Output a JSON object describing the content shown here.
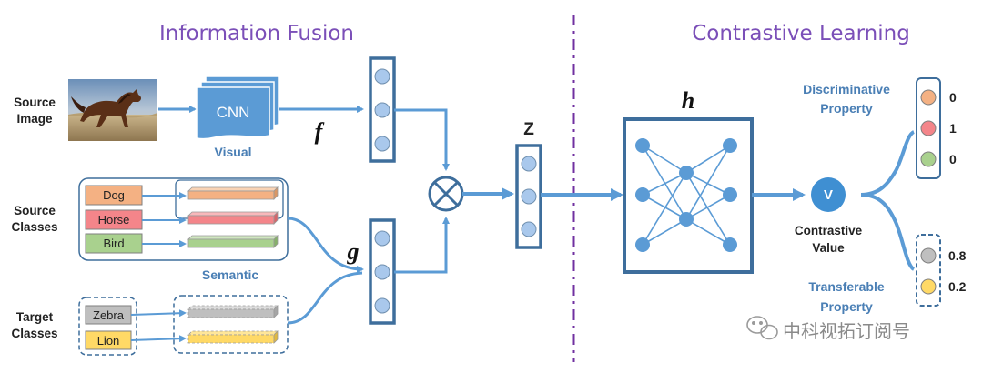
{
  "sections": {
    "left_title": "Information Fusion",
    "right_title": "Contrastive Learning"
  },
  "inputs": {
    "source_image_line1": "Source",
    "source_image_line2": "Image",
    "source_classes_line1": "Source",
    "source_classes_line2": "Classes",
    "target_classes_line1": "Target",
    "target_classes_line2": "Classes"
  },
  "source_classes": [
    "Dog",
    "Horse",
    "Bird"
  ],
  "target_classes": [
    "Zebra",
    "Lion"
  ],
  "modules": {
    "cnn": "CNN",
    "visual": "Visual",
    "semantic": "Semantic",
    "f": "f",
    "g": "g",
    "z": "Z",
    "h": "h",
    "v": "V"
  },
  "outputs": {
    "discriminative_line1": "Discriminative",
    "discriminative_line2": "Property",
    "discriminative_values": [
      "0",
      "1",
      "0"
    ],
    "contrastive_line1": "Contrastive",
    "contrastive_line2": "Value",
    "transferable_line1": "Transferable",
    "transferable_line2": "Property",
    "transferable_values": [
      "0.8",
      "0.2"
    ]
  },
  "watermark": "中科视拓订阅号",
  "colors": {
    "arrow": "#5b9bd5",
    "box_border": "#3e6e9c",
    "node_fill": "#a9c8ec",
    "dog": "#f4b183",
    "horse": "#f4858a",
    "bird": "#a9d18e",
    "zebra": "#bfbfbf",
    "lion": "#ffd966",
    "divider": "#7030a0",
    "section_title": "#7b4fb8"
  }
}
